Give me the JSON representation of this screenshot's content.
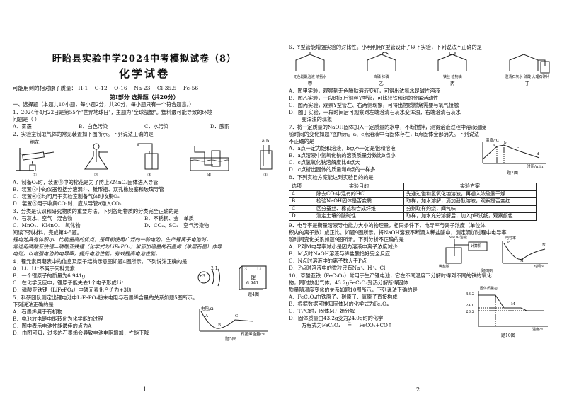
{
  "left": {
    "title": "盱眙县实验中学2024中考模拟试卷（8）",
    "subject": "化学试卷",
    "atoms_label": "可能用到的相对原子质量：",
    "atoms": [
      "H-1",
      "C-12",
      "O-16",
      "Na-23",
      "Cl-35.5",
      "Fe-56"
    ],
    "section1": "第Ⅰ部分 选择题（共20分）",
    "instr": "一、选择题（本题共10小题，每小题2分，共20分，每小题只有一个符合题意。）",
    "q1": {
      "stem1": "1．2024年4月22日是第55个\"世界地球日\"，主题为\"全球战塑\"。塑料最可能导致的环境",
      "stem2": "问题是（  ）",
      "opts": [
        "A．雾霾",
        "B．白色污染",
        "C．水污染",
        "D．酸雨"
      ]
    },
    "q2": {
      "stem": "2．实验室制取气体的常见装置如下图所示。下列说法正确的是",
      "fig_labels": [
        "①",
        "②",
        "③",
        "④",
        "⑤"
      ],
      "fig_top": [
        "棉花",
        "",
        "",
        "",
        "a  b"
      ],
      "opts": [
        "A．制备O₂时，装置①中的棉花是为了防止KMnO₄固体进入导管",
        "B．装置②中的仪器包括分液漏斗、锥形瓶、双孔橡胶塞和玻璃导管",
        "C．装置④⑤均可用于实验室制备气体时收集O₂",
        "D．装置⑤用于收集CO₂时，应从导管a通入CO₂"
      ]
    },
    "q3": {
      "stem": "3．分类是认识和研究物质的重要方法。下列各组物质的分类完全正确的是",
      "opts": [
        "A．石灰水、空气—混合物",
        "B．不锈钢、金—单质",
        "C．MnO₂、KMnO₄—氧化物",
        "D．CO₂、SO₂—空气污染物"
      ]
    },
    "reading_intro": "阅读下列材料，完成第4-5题。",
    "reading": [
      "锂电池具有体积小、比能量高的优点，是目前使用广泛的一种电池。生产锂离子电池时，",
      "常选用磷酸亚铁锂—磷酸亚铁锂（化学式为LiFePO₄）常添加適量的石墨烯（单层石墨）作导",
      "电剂，以增强电池的电导率，提升电池性能，有效提高电池性能。"
    ],
    "q4": {
      "stem": "4．锂元素周期表中的信息及原子结构示意图如题4图所示，下列说法正确的是",
      "opts": [
        "A．Li、Li⁺不属于同种元素",
        "B．一个锂原子的质量为6.941g",
        "C．在化学反应中，锂原子能失去1个电子形成Li⁺",
        "D．磷酸亚铁锂（LiFePO₄）中磷元素化合价为+3价"
      ],
      "cell": {
        "num": "3",
        "sym": "Li",
        "name": "锂",
        "mass": "6.941"
      },
      "atom_core": "+3",
      "atom_shells": "2 1",
      "caption": "题4图"
    },
    "q5": {
      "stem1": "5．科研团队测定出锂电池中LiFePO₄粉末电阻与石墨烯含量的关系如题5图所示。",
      "stem2": "下列说法正确的是",
      "opts": [
        "A．石墨烯属于有机物",
        "B．电池放电是电能转化为化学能的过程",
        "C．图中表示电池性能最佳的点为A",
        "D．由图可知，过多的石墨烯会导致电池电阻增加，性能下降"
      ],
      "chart_ylabel": "电阻/Ω",
      "chart_xlabel": "石墨烯含量/%",
      "chart_points": [
        "A",
        "B",
        "C"
      ],
      "caption": "题5图"
    },
    "page_number": "1"
  },
  "right": {
    "q6": {
      "stem": "6．Y型管能增强实验的对比性。小明利用Y型管设计了以下实验，下列说法不正确的是",
      "fig_labels": [
        "甲",
        "乙",
        "丙",
        "丁"
      ],
      "fig_notes": [
        "无色酚酞溶液  浓氨水",
        "白磷  红磷",
        "铁丝  植物油",
        "澄清石灰水  硫酸  大理石碎片"
      ],
      "opts": [
        "A．图甲实验，观察到无色酚酞溶液变红，可得出浓氨水是碱性溶液",
        "B．图乙实验，一段时间后铜丝Y型管，可比较铁和铜的金属活动性",
        "C．图丙实验，观察Y型管左、右两侧现象，可得出物质燃烧需要与氧气接触",
        "D．图丁实验，一段时间后可观察到左端澄清石灰水变浑浊，右端澄清石灰水",
        "变浑浊的现象"
      ]
    },
    "q7": {
      "stem1": "7．将一定质量的NaOH固体加入一定质量的水中，不断搅拌，测得溶液过程中溶液温度",
      "stem2": "随时间的变化如题7图所示。a、c点溶液中有固体存在，b点固体全部消失。下列说法",
      "stem3": "不正确的是",
      "opts": [
        "A．a点一定为饱和溶液，b点不一定是饱和溶液",
        "B．a点溶液中氢氧化钠的溶质质量分数比b点小",
        "C．c点氢氧化钠溶解度比d点大",
        "D．c点析出固体的质量和d点的一样多"
      ],
      "chart_ylabel": "温度/℃",
      "chart_xlabel": "时间/min",
      "chart_points": [
        "a",
        "b",
        "c",
        "d"
      ],
      "caption": "题7图"
    },
    "q8": {
      "stem": "8．下列实验方案能达到实验目的的是",
      "headers": [
        "选项",
        "实验目的",
        "实验方案"
      ],
      "rows": [
        [
          "A",
          "除去CO₂中混有的HCl",
          "先通过饱和氢氧化钠溶液，再通入浓硫酸干燥"
        ],
        [
          "B",
          "检验NaOH固体是否变质",
          "取样，加水溶解，滴加酚酞溶液，观察是否变红"
        ],
        [
          "C",
          "区分蚕丝、棉花和合成纤维",
          "分别取样灼烧，闻气味"
        ],
        [
          "D",
          "测定土壤的酸碱性",
          "取样，加水充分溶解后，加入pH试纸，观察颜色"
        ]
      ]
    },
    "q9": {
      "lines": [
        "9．电导率是衡量溶液导电能力大小的物理量，相同条件下，电导率与离子浓度（单位体",
        "积内的离子数）成正比。如题9图所示，将NaOH溶液不断滴入稀盐酸中，测定滴加过程中电导率",
        "随时间变化关系如题9图所示。下列分析不正确的是"
      ],
      "opts": [
        "A．P到M电导率减小是因为溶液中离子浓度减少",
        "B．M点时NaOH溶液与稀盐酸恰好完全反应",
        "C．N点时溶液中的离子数大于P点",
        "D．P点时溶液中的微粒只有Na⁺、H⁺、Cl⁻"
      ],
      "fig_top": "NaOH溶液",
      "fig_left": "稀盐酸",
      "fig_box": "计算机",
      "chart_ylabel": "电导率",
      "chart_xlabel": "时间/s",
      "chart_points": [
        "P",
        "M",
        "N"
      ],
      "caption": "题9图"
    },
    "q10": {
      "lines": [
        "10．草酸亚铁（FeC₂O₄）常用于生产锂电池，它在不同温度下分解时得到不同的铁的氧化",
        "物，同时放出气体。43.2gFeC₂O₄受热分解所得固体",
        "质量随温度变化的关系如题10图所示，下列说法正确的是"
      ],
      "opts": [
        "A．FeC₂O₄由铁原子、碳原子、氧原子直接构成",
        "B．根据数据可推知固体M的化学式为Fe₂O₄",
        "C．T₁℃时，固体M开始分解",
        "D．固体质量由43.2g变为24.0g时的化学"
      ],
      "eq_prefix": "方程式为FeC₂O₄",
      "eq_arrow_note": "△",
      "eq_suffix": "FeCO₃+CO↑",
      "chart_ylabel": "固体质量/g",
      "chart_xlabel": "温度/℃",
      "chart_yticks": [
        "43.2",
        "24.0",
        "23.2"
      ],
      "chart_points": [
        "M"
      ],
      "caption": "题10图"
    },
    "page_number": "2"
  }
}
